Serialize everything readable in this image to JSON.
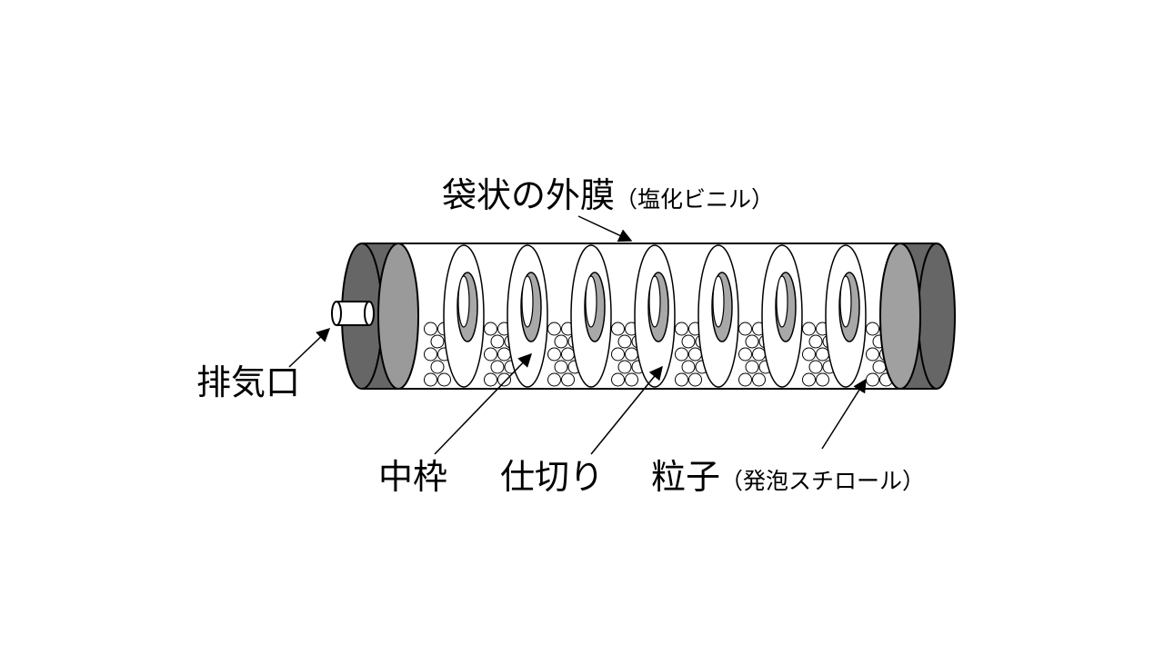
{
  "labels": {
    "outer_film": "袋状の外膜",
    "outer_film_material": "（塩化ビニル）",
    "exhaust_port": "排気口",
    "core_frame": "中枠",
    "partition": "仕切り",
    "particles": "粒子",
    "particles_material": "（発泡スチロール）"
  },
  "colors": {
    "line": "#000000",
    "end_cap": "#666666",
    "end_face": "#9a9a9a",
    "inner_ring": "#a8a8a8",
    "body": "#ffffff"
  },
  "diagram": {
    "partition_count": 7
  }
}
